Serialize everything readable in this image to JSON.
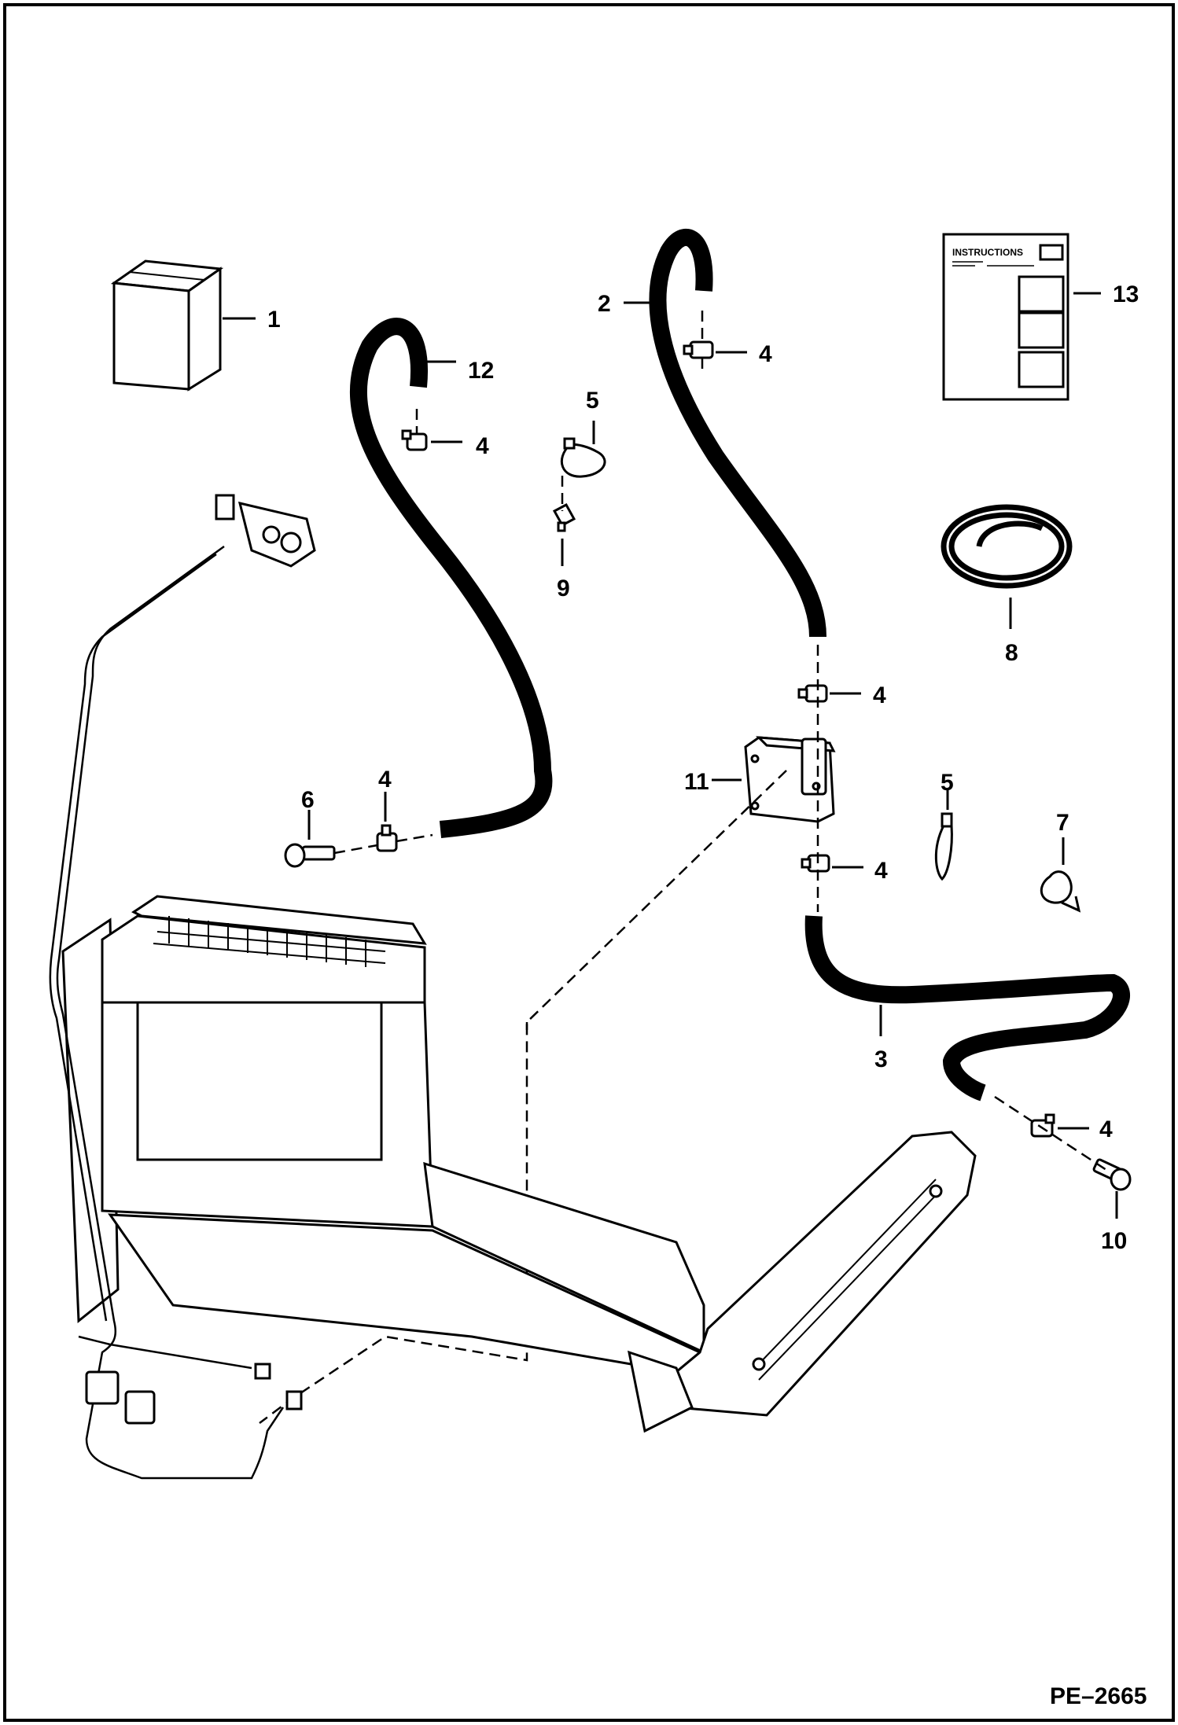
{
  "callouts": {
    "c1": "1",
    "c2": "2",
    "c3": "3",
    "c4a": "4",
    "c4b": "4",
    "c4c": "4",
    "c4d": "4",
    "c4e": "4",
    "c4f": "4",
    "c5a": "5",
    "c5b": "5",
    "c6": "6",
    "c7": "7",
    "c8": "8",
    "c9": "9",
    "c10": "10",
    "c11": "11",
    "c12": "12",
    "c13": "13"
  },
  "instructions_title": "INSTRUCTIONS",
  "doc_ref": "PE–2665",
  "colors": {
    "ink": "#000000",
    "paper": "#ffffff"
  }
}
